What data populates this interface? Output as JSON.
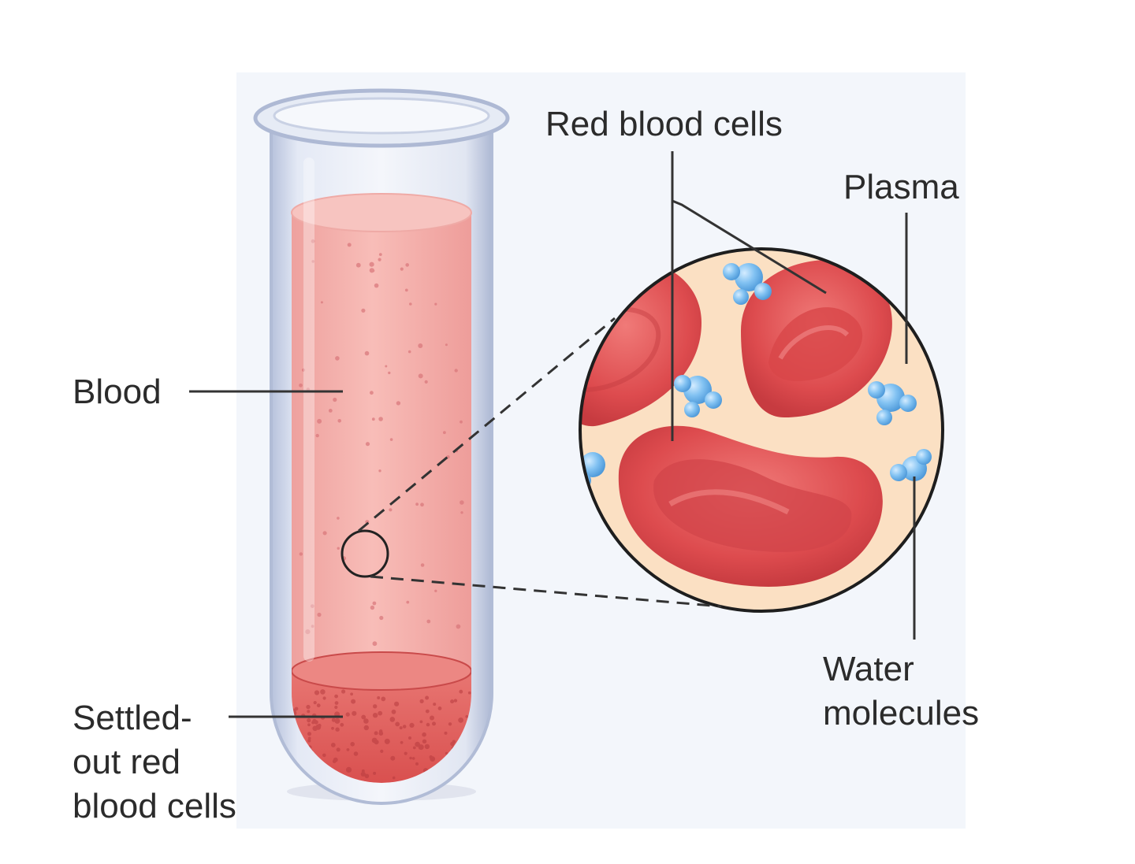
{
  "labels": {
    "blood": "Blood",
    "settled_line1": "Settled-",
    "settled_line2": "out red",
    "settled_line3": "blood cells",
    "red_blood_cells": "Red blood cells",
    "plasma": "Plasma",
    "water_line1": "Water",
    "water_line2": "molecules"
  },
  "colors": {
    "blood": "#f2a9a6",
    "settled_cells": "#e2605e",
    "red_blood_cell": "#de4e50",
    "plasma": "#fbe3c6",
    "water_molecule": "#79bdf0",
    "tube_glass": "#c7cfe4"
  }
}
